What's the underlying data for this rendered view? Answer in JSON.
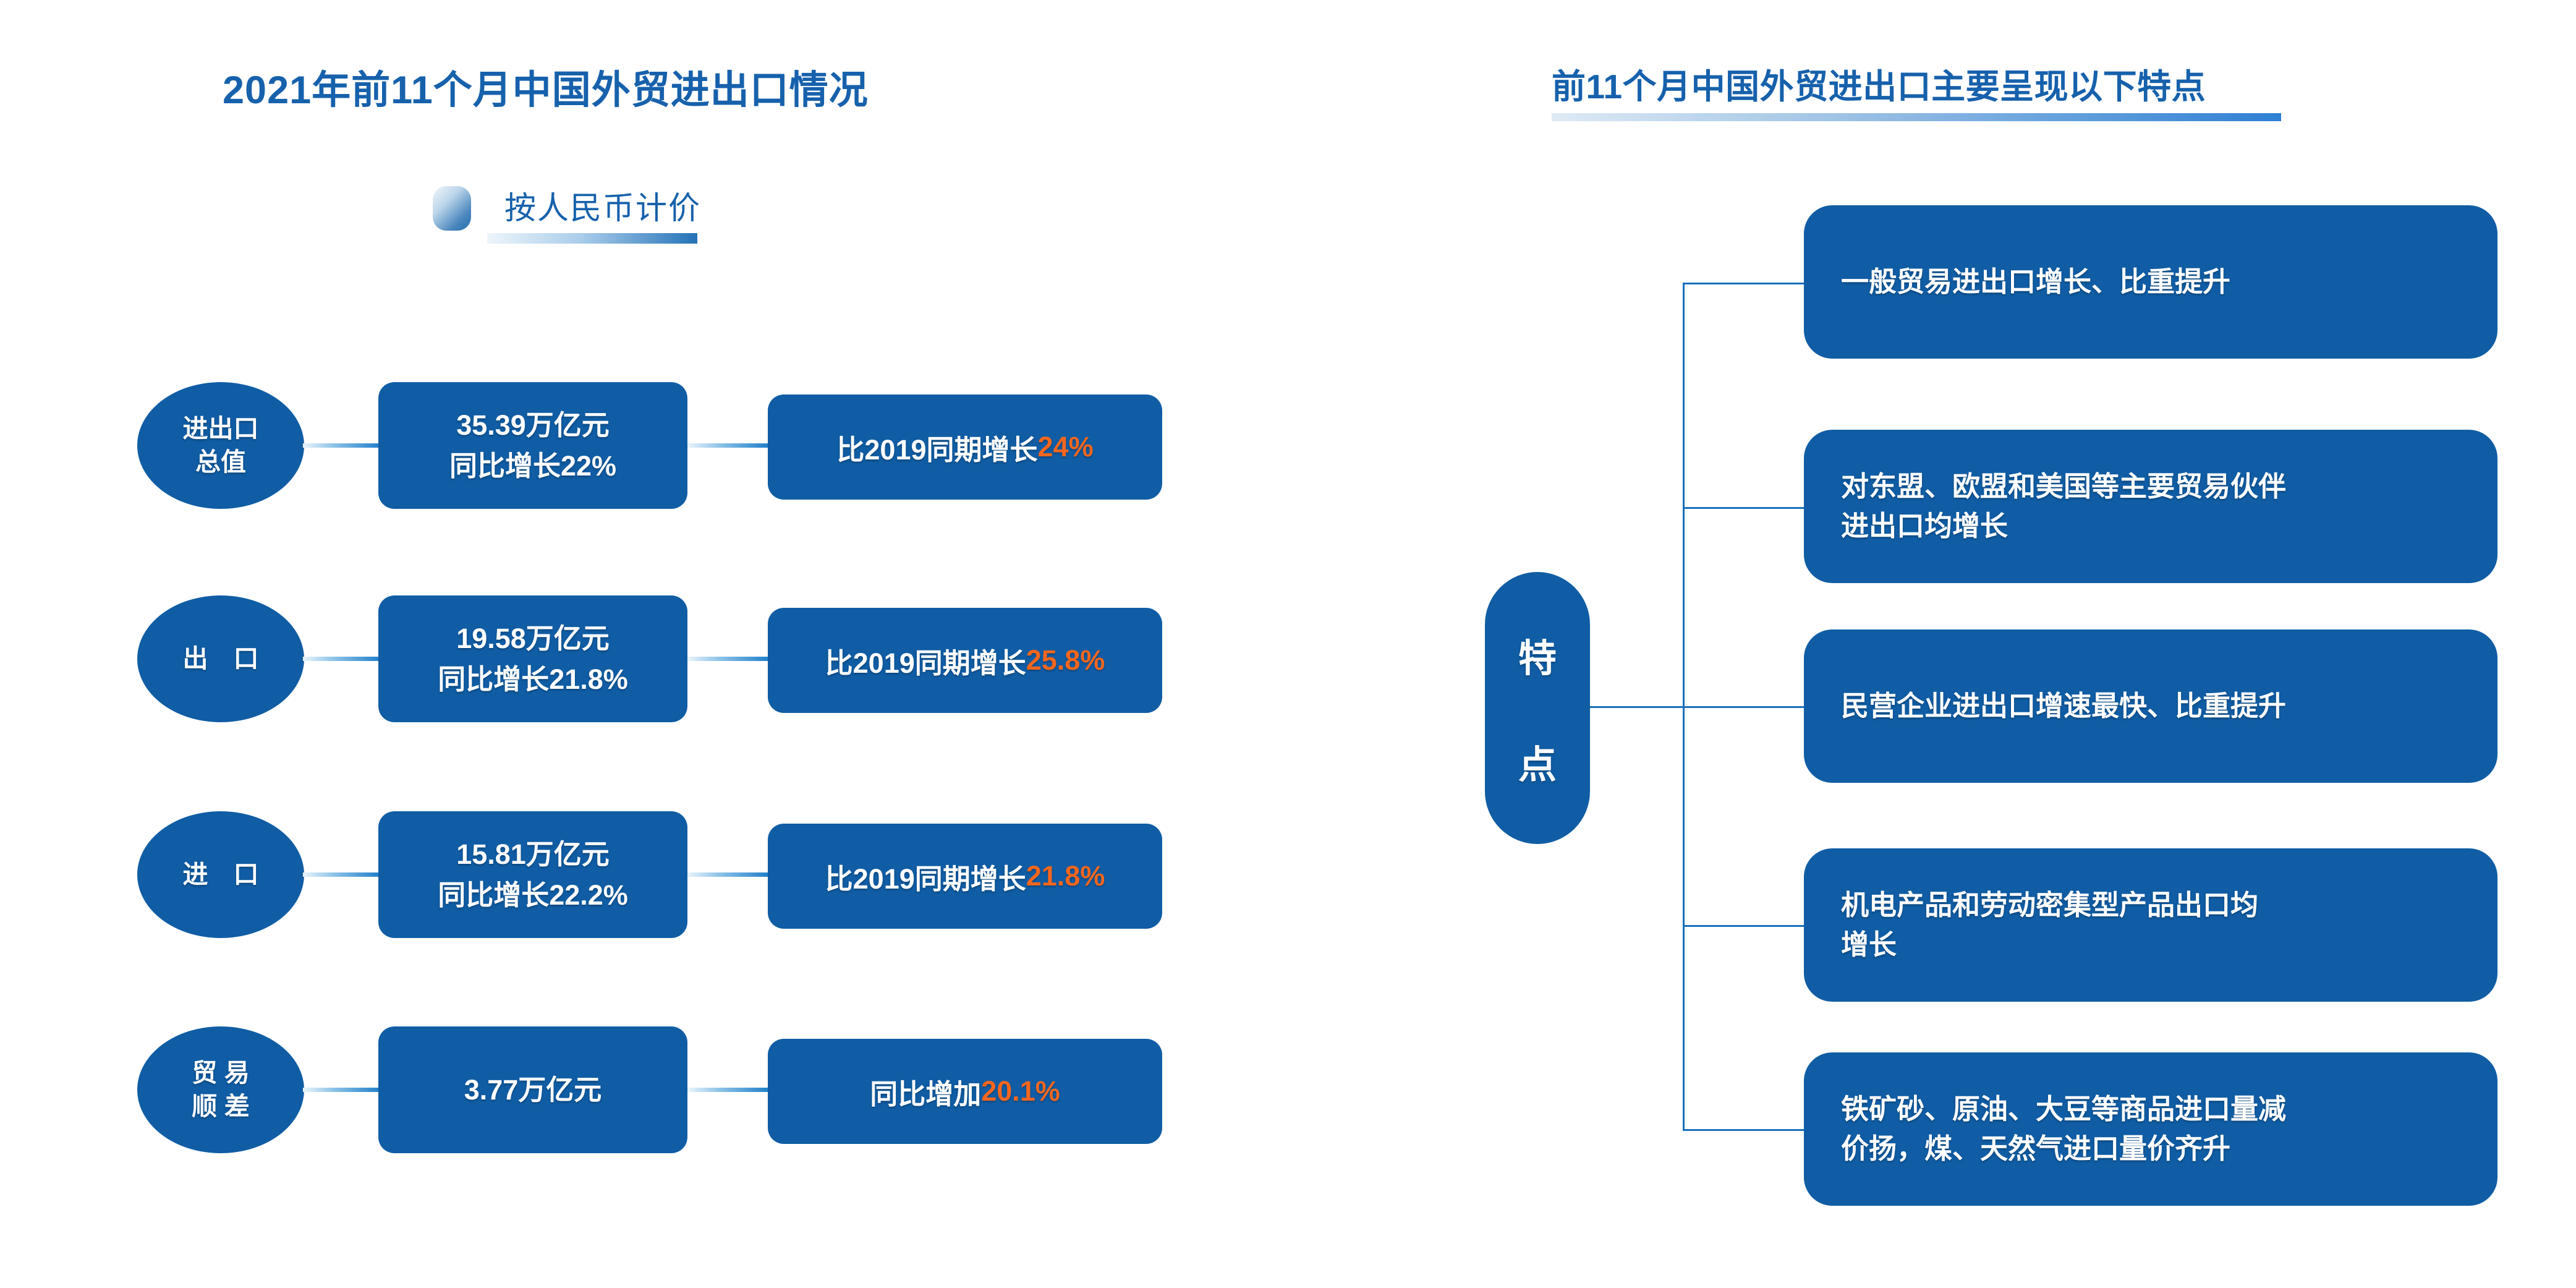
{
  "left_panel": {
    "title": "2021年前11个月中国外贸进出口情况",
    "subtitle": "按人民币计价",
    "subtitle_icon": "rounded-square-gradient-icon",
    "rows": [
      {
        "label_line1": "进出口",
        "label_line2": "总值",
        "value_line1": "35.39万亿元",
        "value_line2": "同比增长22%",
        "compare_prefix": "比2019同期增长",
        "compare_highlight": "24%"
      },
      {
        "label_line1": "出　口",
        "label_line2": "",
        "value_line1": "19.58万亿元",
        "value_line2": "同比增长21.8%",
        "compare_prefix": "比2019同期增长",
        "compare_highlight": "25.8%"
      },
      {
        "label_line1": "进　口",
        "label_line2": "",
        "value_line1": "15.81万亿元",
        "value_line2": "同比增长22.2%",
        "compare_prefix": "比2019同期增长",
        "compare_highlight": "21.8%"
      },
      {
        "label_line1": "贸 易",
        "label_line2": "顺 差",
        "value_line1": "3.77万亿元",
        "value_line2": "",
        "compare_prefix": "同比增加",
        "compare_highlight": "20.1%"
      }
    ]
  },
  "right_panel": {
    "title": "前11个月中国外贸进出口主要呈现以下特点",
    "hub_char1": "特",
    "hub_char2": "点",
    "features": [
      {
        "line1": "一般贸易进出口增长、比重提升",
        "line2": ""
      },
      {
        "line1": "对东盟、欧盟和美国等主要贸易伙伴",
        "line2": "进出口均增长"
      },
      {
        "line1": "民营企业进出口增速最快、比重提升",
        "line2": ""
      },
      {
        "line1": "机电产品和劳动密集型产品出口均",
        "line2": "增长"
      },
      {
        "line1": "铁矿砂、原油、大豆等商品进口量减",
        "line2": "价扬，煤、天然气进口量价齐升"
      }
    ]
  },
  "colors": {
    "brand_blue": "#105da5",
    "title_blue": "#1761ac",
    "accent_orange": "#f4661f",
    "line_blue": "#1a6fbc",
    "background": "#ffffff"
  }
}
